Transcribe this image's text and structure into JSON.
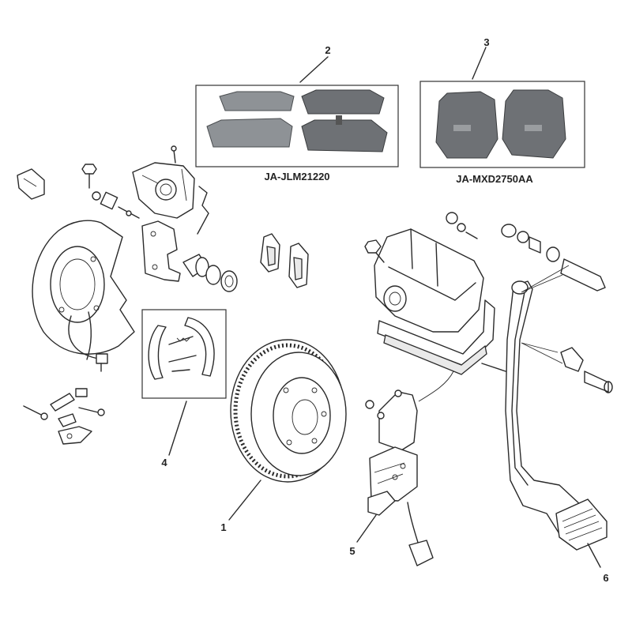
{
  "callouts": [
    {
      "id": "1",
      "label": "1"
    },
    {
      "id": "2",
      "label": "2"
    },
    {
      "id": "3",
      "label": "3"
    },
    {
      "id": "4",
      "label": "4"
    },
    {
      "id": "5",
      "label": "5"
    },
    {
      "id": "6",
      "label": "6"
    }
  ],
  "part_codes": {
    "pads_2": "JA-JLM21220",
    "pads_3": "JA-MXD2750AA"
  },
  "colors": {
    "line": "#2a2a2a",
    "pad_grey": "#8e9296",
    "pad_dark": "#6e7175"
  }
}
